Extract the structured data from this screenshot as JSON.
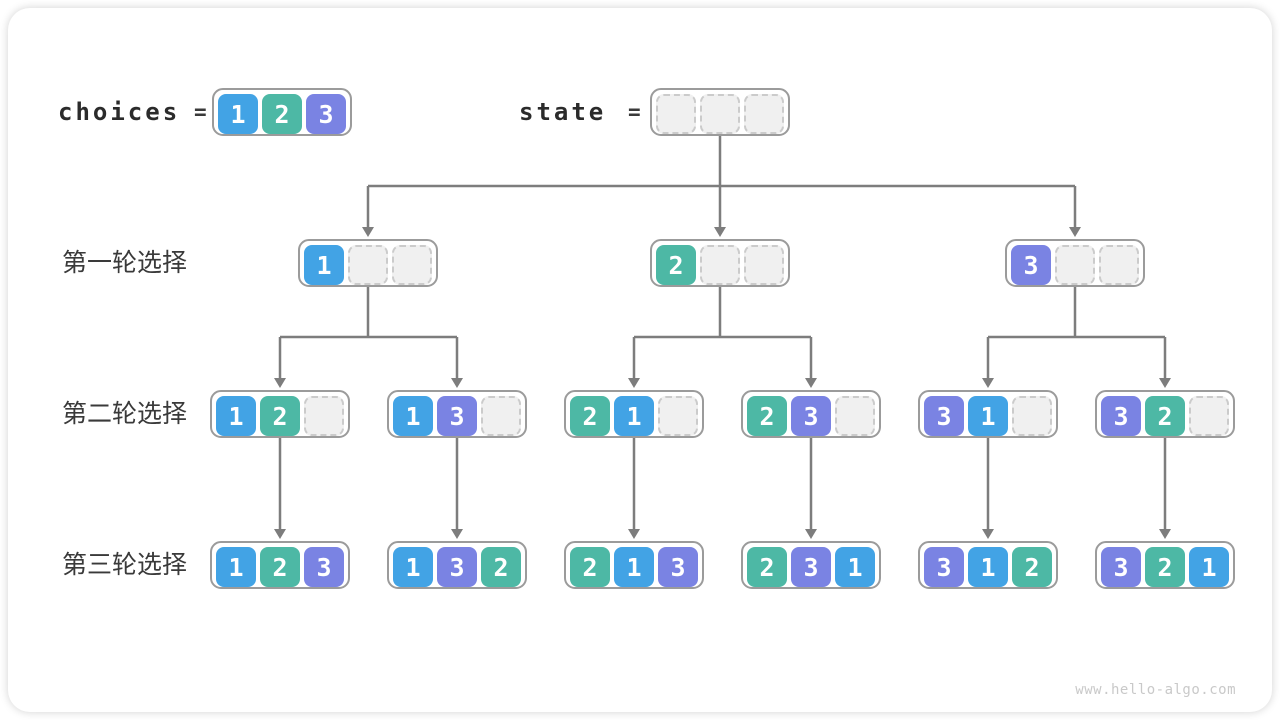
{
  "header": {
    "choices_label": "choices",
    "equals": "=",
    "choices_values": [
      "1",
      "2",
      "3"
    ],
    "state_label": "state",
    "state_cells": [
      "",
      "",
      ""
    ]
  },
  "value_colors": {
    "1": "#42A3E5",
    "2": "#4DB8A5",
    "3": "#7A83E3"
  },
  "state_children": [
    0,
    1,
    2
  ],
  "rows": [
    {
      "label": "第一轮选择",
      "nodes": [
        {
          "cells": [
            "1",
            "",
            ""
          ],
          "children": [
            0,
            1
          ]
        },
        {
          "cells": [
            "2",
            "",
            ""
          ],
          "children": [
            2,
            3
          ]
        },
        {
          "cells": [
            "3",
            "",
            ""
          ],
          "children": [
            4,
            5
          ]
        }
      ]
    },
    {
      "label": "第二轮选择",
      "nodes": [
        {
          "cells": [
            "1",
            "2",
            ""
          ],
          "children": [
            0
          ]
        },
        {
          "cells": [
            "1",
            "3",
            ""
          ],
          "children": [
            1
          ]
        },
        {
          "cells": [
            "2",
            "1",
            ""
          ],
          "children": [
            2
          ]
        },
        {
          "cells": [
            "2",
            "3",
            ""
          ],
          "children": [
            3
          ]
        },
        {
          "cells": [
            "3",
            "1",
            ""
          ],
          "children": [
            4
          ]
        },
        {
          "cells": [
            "3",
            "2",
            ""
          ],
          "children": [
            5
          ]
        }
      ]
    },
    {
      "label": "第三轮选择",
      "nodes": [
        {
          "cells": [
            "1",
            "2",
            "3"
          ]
        },
        {
          "cells": [
            "1",
            "3",
            "2"
          ]
        },
        {
          "cells": [
            "2",
            "1",
            "3"
          ]
        },
        {
          "cells": [
            "2",
            "3",
            "1"
          ]
        },
        {
          "cells": [
            "3",
            "1",
            "2"
          ]
        },
        {
          "cells": [
            "3",
            "2",
            "1"
          ]
        }
      ]
    }
  ],
  "watermark": "www.hello-algo.com"
}
